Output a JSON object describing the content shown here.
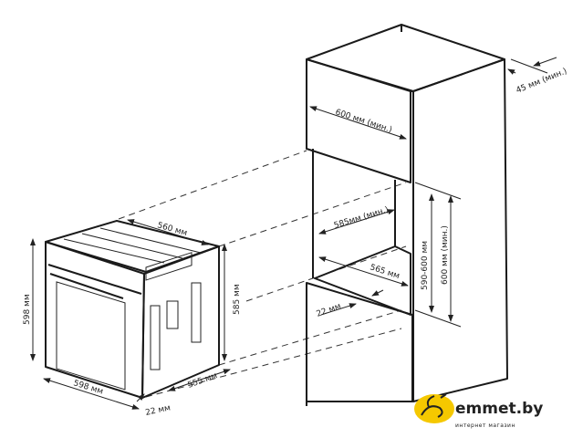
{
  "oven": {
    "depth_top": "560 мм",
    "height_front": "598 мм",
    "width_front": "598 мм",
    "height_side": "585 мм",
    "depth_bottom": "555 мм",
    "panel_thickness": "22 мм"
  },
  "cabinet": {
    "width_min": "600 мм (мин.)",
    "back_gap": "45 мм (мин.)",
    "niche_width": "585мм (мин.)",
    "niche_depth": "565 мм",
    "niche_height": "590-600 мм",
    "niche_height_min": "600 мм (мин.)",
    "offset": "22 мм"
  },
  "logo": {
    "name": "emmet.by",
    "tagline": "интернет магазин",
    "color": "#f5c800"
  }
}
